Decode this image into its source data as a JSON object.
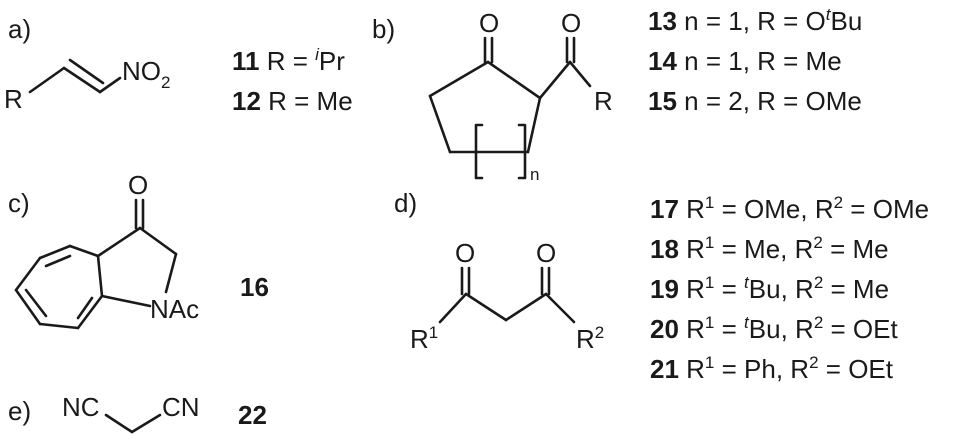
{
  "panels": {
    "a": {
      "label": "a)",
      "atoms": {
        "R": "R",
        "N": "NO",
        "sub2": "2"
      },
      "compounds": [
        {
          "num": "11",
          "pre": " R = ",
          "sup": "i",
          "post": "Pr"
        },
        {
          "num": "12",
          "pre": " R = Me",
          "sup": "",
          "post": ""
        }
      ]
    },
    "b": {
      "label": "b)",
      "atoms": {
        "O1": "O",
        "O2": "O",
        "R": "R",
        "n": "n"
      },
      "compounds": [
        {
          "num": "13",
          "pre": " n = 1, R = O",
          "sup": "t",
          "post": "Bu"
        },
        {
          "num": "14",
          "pre": " n = 1, R = Me",
          "sup": "",
          "post": ""
        },
        {
          "num": "15",
          "pre": " n = 2, R = OMe",
          "sup": "",
          "post": ""
        }
      ]
    },
    "c": {
      "label": "c)",
      "atoms": {
        "O": "O",
        "N": "NAc"
      },
      "compounds": [
        {
          "num": "16"
        }
      ]
    },
    "d": {
      "label": "d)",
      "atoms": {
        "O1": "O",
        "O2": "O",
        "R1": "R",
        "R1sup": "1",
        "R2": "R",
        "R2sup": "2"
      },
      "compounds": [
        {
          "num": "17",
          "r1": "OMe",
          "r2": "OMe"
        },
        {
          "num": "18",
          "r1": "Me",
          "r2": "Me"
        },
        {
          "num": "19",
          "r1sup": "t",
          "r1": "Bu",
          "r2": "Me"
        },
        {
          "num": "20",
          "r1sup": "t",
          "r1": "Bu",
          "r2": "OEt"
        },
        {
          "num": "21",
          "r1": "Ph",
          "r2": "OEt"
        }
      ],
      "template": {
        "R": " R",
        "one": "1",
        "eq": " = ",
        "sep": ", R",
        "two": "2"
      }
    },
    "e": {
      "label": "e)",
      "atoms": {
        "NC": "NC",
        "CN": "CN"
      },
      "compounds": [
        {
          "num": "22"
        }
      ]
    }
  }
}
